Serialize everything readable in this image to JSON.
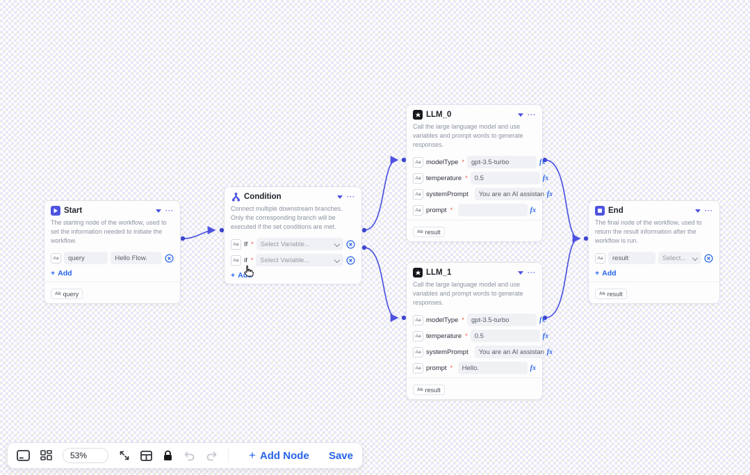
{
  "icons": {
    "plus": "+",
    "more": "···",
    "fx": "fx",
    "type_string": "Aa",
    "chip_type": "Ab"
  },
  "nodes": {
    "start": {
      "title": "Start",
      "desc": "The starting node of the workflow, used to set the information needed to initiate the workflow.",
      "row": {
        "name": "query",
        "value": "Hello Flow."
      },
      "add_label": "Add",
      "output_chip": "query"
    },
    "condition": {
      "title": "Condition",
      "desc": "Connect multiple downstream branches. Only the corresponding branch will be executed if the set conditions are met.",
      "rows": [
        {
          "label": "If",
          "req": "*",
          "placeholder": "Select Variable..."
        },
        {
          "label": "if",
          "req": "*",
          "placeholder": "Select Variable..."
        }
      ],
      "add_label": "Add"
    },
    "llm0": {
      "title": "LLM_0",
      "desc": "Call the large language model and use variables and prompt words to generate responses.",
      "rows": [
        {
          "label": "modelType",
          "req": "*",
          "value": "gpt-3.5-turbo"
        },
        {
          "label": "temperature",
          "req": "*",
          "value": "0.5"
        },
        {
          "label": "systemPrompt",
          "value": "You are an AI assistant."
        },
        {
          "label": "prompt",
          "req": "*",
          "value": ""
        }
      ],
      "output_chip": "result"
    },
    "llm1": {
      "title": "LLM_1",
      "desc": "Call the large language model and use variables and prompt words to generate responses.",
      "rows": [
        {
          "label": "modelType",
          "req": "*",
          "value": "gpt-3.5-turbo"
        },
        {
          "label": "temperature",
          "req": "*",
          "value": "0.5"
        },
        {
          "label": "systemPrompt",
          "value": "You are an AI assistant."
        },
        {
          "label": "prompt",
          "req": "*",
          "value": "Hello."
        }
      ],
      "output_chip": "result"
    },
    "end": {
      "title": "End",
      "desc": "The final node of the workflow, used to return the result information after the workflow is run.",
      "row": {
        "name": "result",
        "placeholder": "Select..."
      },
      "add_label": "Add",
      "output_chip": "result"
    }
  },
  "toolbar": {
    "zoom": "53%",
    "add_node_label": "Add Node",
    "save_label": "Save"
  },
  "colors": {
    "edge": "#4d53e0",
    "link_blue": "#2563eb",
    "required_red": "#f25643"
  }
}
